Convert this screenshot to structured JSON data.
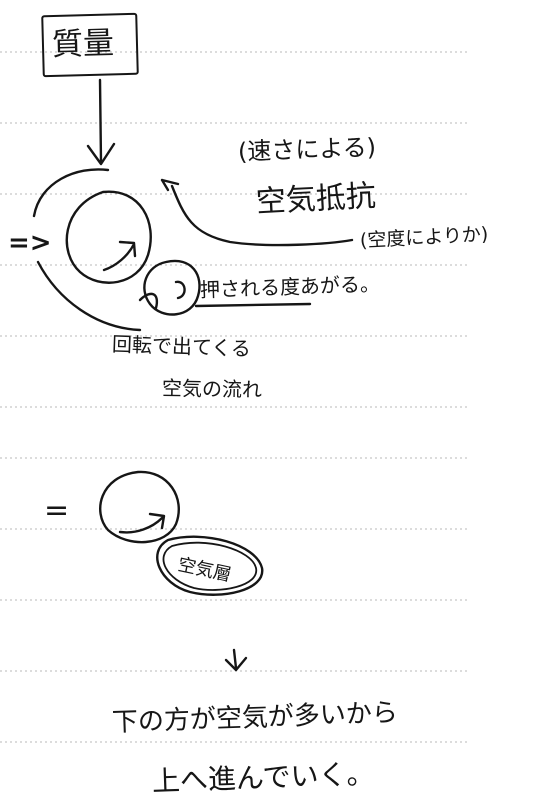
{
  "note": {
    "boxed_term": "質量",
    "speed_note": "(速さによる)",
    "air_resistance": "空気抵抗",
    "density_note": "(空度によりか)",
    "pressure_note": "押される度あがる。",
    "rotation_note": "回転で出てくる",
    "airflow_note": "空気の流れ",
    "equals_sign_1": "=>",
    "equals_sign_2": "=",
    "air_label": "空気層",
    "conclusion_line_1": "下の方が空気が多いから",
    "conclusion_line_2": "上へ進んでいく。"
  },
  "colors": {
    "ink": "#161616",
    "ruled_line": "#b8b8b8",
    "paper": "#ffffff"
  }
}
